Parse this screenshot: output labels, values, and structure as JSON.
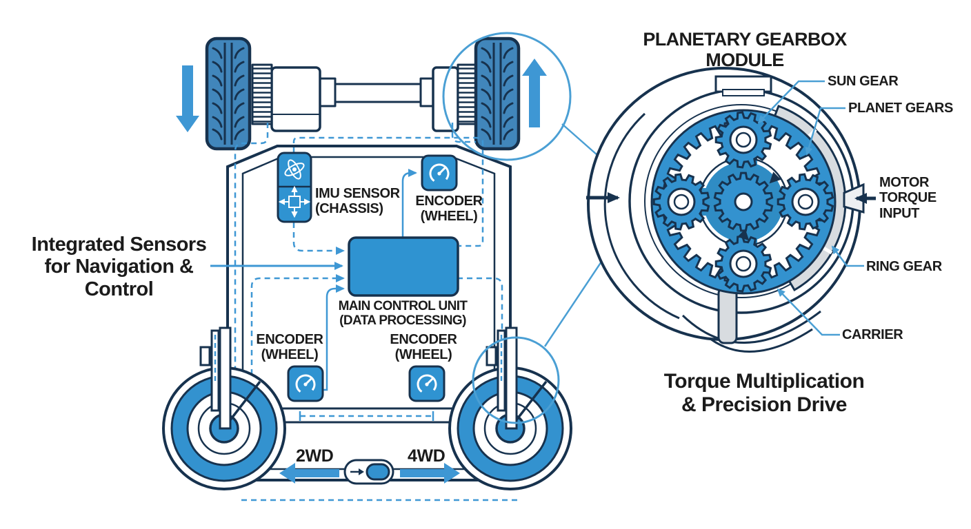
{
  "colors": {
    "outline_navy": "#17324e",
    "fill_blue": "#3392cf",
    "tire_blue": "#4186bb",
    "arrow_blue": "#3e97d4",
    "leader_blue": "#4a9fd4",
    "grey": "#d8dce0",
    "text": "#1b1b1b"
  },
  "left_diagram": {
    "caption": {
      "line1": "Integrated Sensors",
      "line2": "for Navigation &",
      "line3": "Control"
    },
    "imu_label": {
      "line1": "IMU SENSOR",
      "line2": "(CHASSIS)"
    },
    "encoder_top_label": {
      "line1": "ENCODER",
      "line2": "(WHEEL)"
    },
    "mcu_label": {
      "line1": "MAIN CONTROL UNIT",
      "line2": "(DATA PROCESSING)"
    },
    "encoder_left_label": {
      "line1": "ENCODER",
      "line2": "(WHEEL)"
    },
    "encoder_right_label": {
      "line1": "ENCODER",
      "line2": "(WHEEL)"
    },
    "toggle": {
      "left": "2WD",
      "right": "4WD"
    }
  },
  "right_diagram": {
    "title": "PLANETARY GEARBOX MODULE",
    "sun_gear": "SUN GEAR",
    "planet_gears": "PLANET GEARS",
    "motor_input": {
      "line1": "MOTOR",
      "line2": "TORQUE",
      "line3": "INPUT"
    },
    "ring_gear": "RING GEAR",
    "carrier": "CARRIER",
    "caption": {
      "line1": "Torque Multiplication",
      "line2": "& Precision Drive"
    }
  }
}
